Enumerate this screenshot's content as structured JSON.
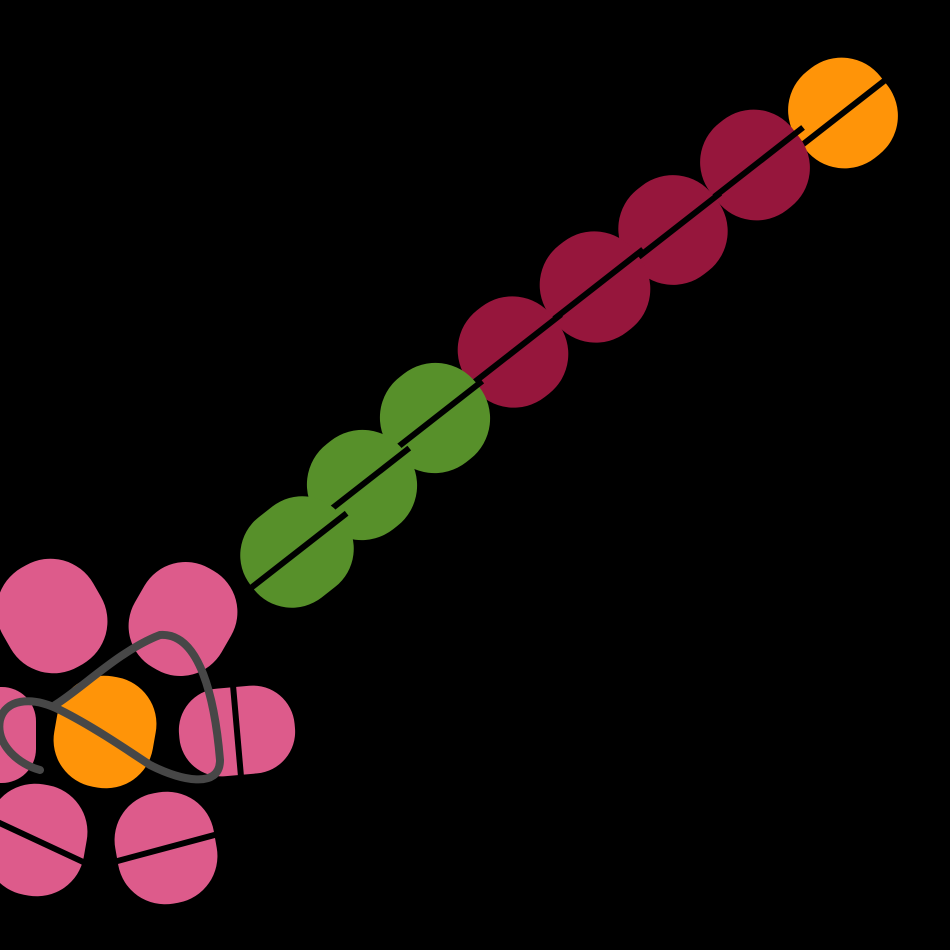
{
  "colors": {
    "background": "#000000",
    "bead_orange": "#FF9408",
    "bead_crimson": "#96163C",
    "bead_green": "#57902A",
    "bead_pink": "#DD5B8B",
    "divider": "#000000",
    "thread": "#474747"
  },
  "strand": {
    "beads": [
      {
        "name": "bead-orange-end",
        "color": "orange"
      },
      {
        "name": "bead-crimson-1",
        "color": "crimson"
      },
      {
        "name": "bead-crimson-2",
        "color": "crimson"
      },
      {
        "name": "bead-crimson-3",
        "color": "crimson"
      },
      {
        "name": "bead-crimson-4",
        "color": "crimson"
      },
      {
        "name": "bead-green-1",
        "color": "green"
      },
      {
        "name": "bead-green-2",
        "color": "green"
      },
      {
        "name": "bead-green-3",
        "color": "green"
      }
    ]
  },
  "flower": {
    "center_color": "orange",
    "petal_color": "pink",
    "petal_count": 6,
    "thread_loop": true
  }
}
